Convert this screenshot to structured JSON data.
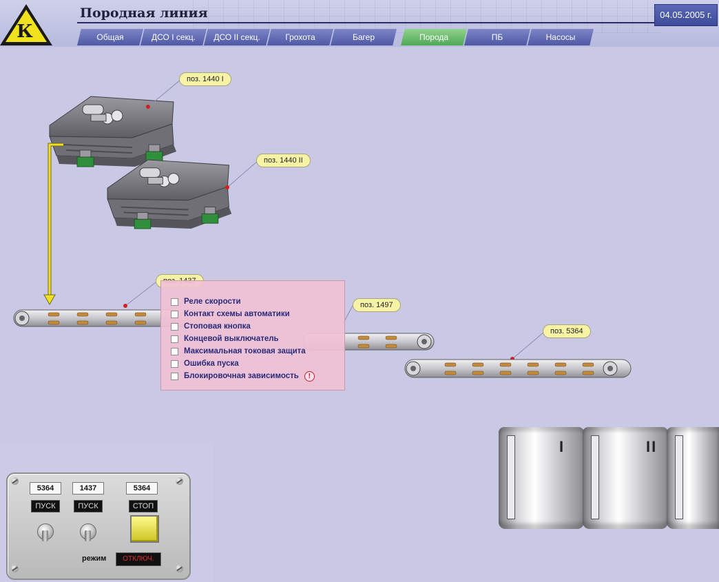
{
  "header": {
    "title": "Породная линия",
    "date": "04.05.2005 г.",
    "logo_text": "К"
  },
  "tabs": [
    {
      "label": "Общая",
      "active": false
    },
    {
      "label": "ДСО I секц.",
      "active": false
    },
    {
      "label": "ДСО II секц.",
      "active": false
    },
    {
      "label": "Грохота",
      "active": false
    },
    {
      "label": "Багер",
      "active": false
    },
    {
      "label": "Порода",
      "active": true
    },
    {
      "label": "ПБ",
      "active": false
    },
    {
      "label": "Насосы",
      "active": false
    }
  ],
  "positions": {
    "screen1": "поз. 1440 I",
    "screen2": "поз. 1440 II",
    "conv1437": "поз. 1437",
    "conv1497": "поз. 1497",
    "conv5364": "поз. 5364"
  },
  "alarm_popup": {
    "items": [
      "Реле скорости",
      "Контакт схемы автоматики",
      "Стоповая кнопка",
      "Концевой выключатель",
      "Максимальная токовая защита",
      "Ошибка пуска",
      "Блокировочная зависимость"
    ],
    "warning_mark": "!"
  },
  "control_panel": {
    "numbers": [
      "5364",
      "1437",
      "5364"
    ],
    "buttons": [
      "ПУСК",
      "ПУСК",
      "СТОП"
    ],
    "mode_label": "режим",
    "mode_value": "ОТКЛЮЧ."
  },
  "bunkers": [
    "I",
    "II",
    ""
  ],
  "colors": {
    "background": "#c9c9e6",
    "tab": "#5c67b0",
    "tab_active": "#5fb463",
    "label": "#f7f3a6",
    "alarm_bg": "#f1c2d4",
    "flow_arrow": "#f2e020",
    "machine": "#7d7d80",
    "machine_base": "#2f8f3a"
  }
}
